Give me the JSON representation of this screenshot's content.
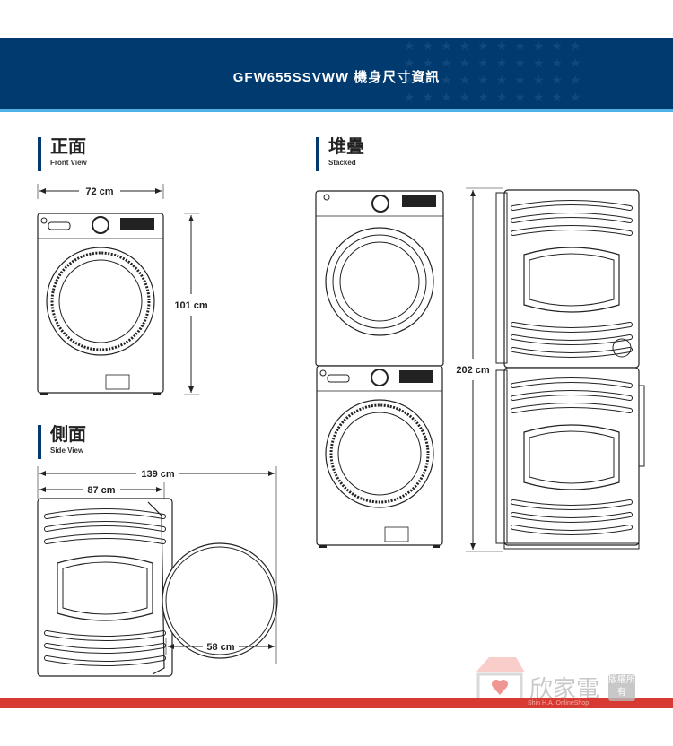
{
  "header": {
    "title": "GFW655SSVWW 機身尺寸資訊"
  },
  "sections": {
    "front": {
      "title": "正面",
      "subtitle": "Front View"
    },
    "stacked": {
      "title": "堆疊",
      "subtitle": "Stacked"
    },
    "side": {
      "title": "側面",
      "subtitle": "Side View"
    }
  },
  "dimensions": {
    "front_width": "72 cm",
    "front_height": "101 cm",
    "stacked_height": "202 cm",
    "side_total_depth": "139 cm",
    "side_depth": "87 cm",
    "door_diameter": "58 cm"
  },
  "watermark": {
    "brand": "欣家電",
    "badge": "版權所有",
    "subtitle": "Shin H.A. OnlineShop"
  },
  "colors": {
    "banner": "#003a6e",
    "accent_stripe": "#4fb3e8",
    "footer": "#d63a32"
  }
}
